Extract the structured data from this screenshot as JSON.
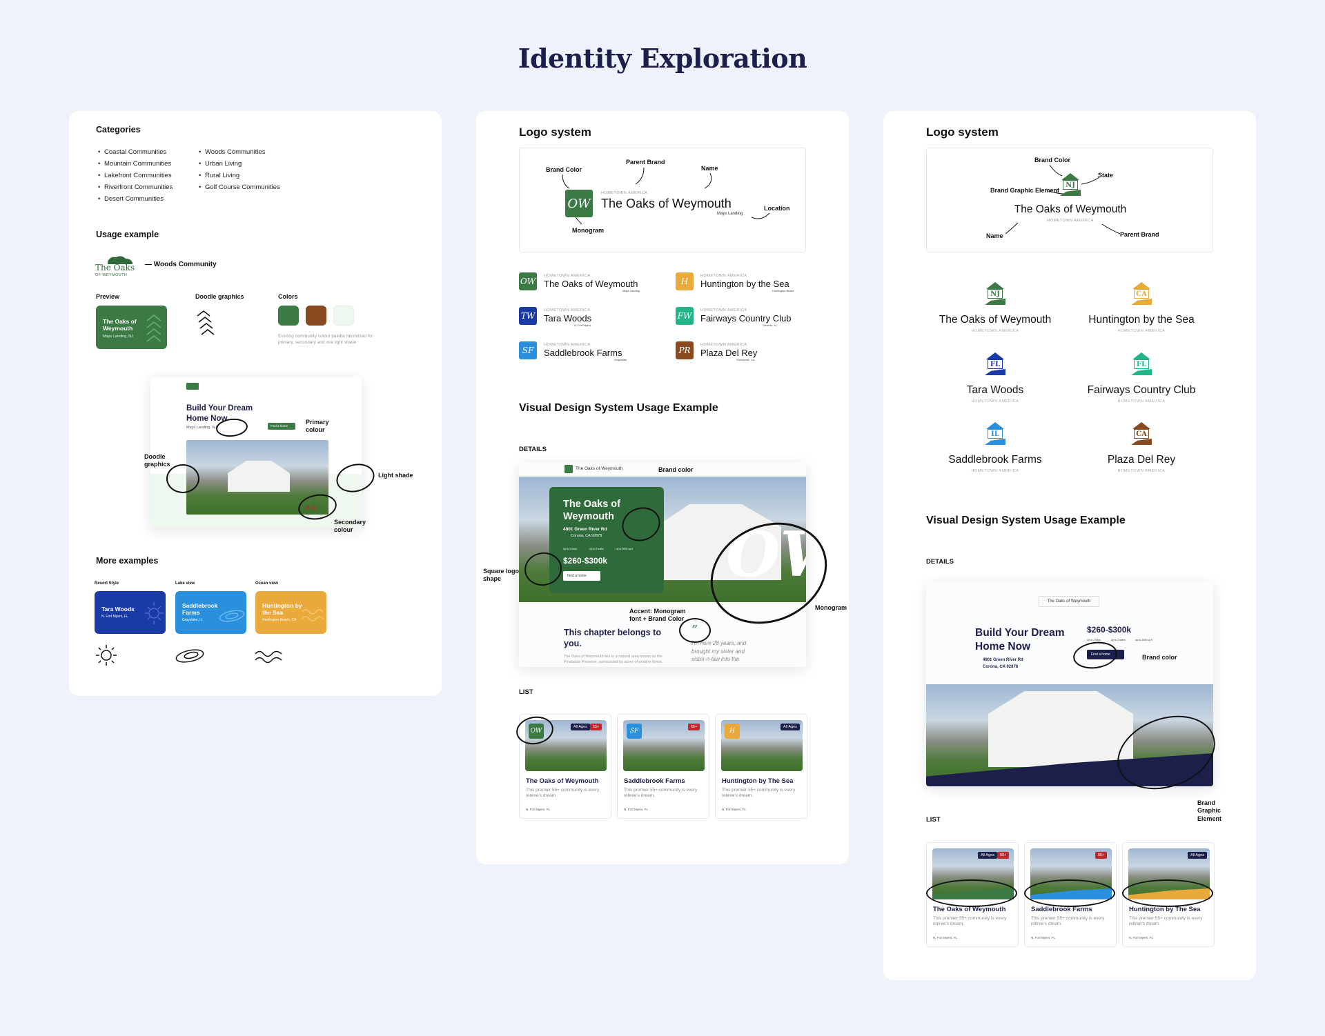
{
  "page": {
    "title": "Identity Exploration"
  },
  "panel1": {
    "categories_title": "Categories",
    "categories_left": [
      "Coastal Communities",
      "Mountain Communities",
      "Lakefront Communities",
      "Riverfront Communities",
      "Desert Communities"
    ],
    "categories_right": [
      "Woods Communities",
      "Urban Living",
      "Rural Living",
      "Golf Course Communities"
    ],
    "usage_title": "Usage example",
    "usage_logo_text": "The Oaks",
    "usage_logo_sub": "OF WEYMOUTH",
    "usage_caption": "— Woods Community",
    "preview_label": "Preview",
    "preview_card_title": "The Oaks of Weymouth",
    "preview_card_sub": "Mays Landing, NJ",
    "doodle_label": "Doodle graphics",
    "colors_label": "Colors",
    "colors": [
      "#3b7a45",
      "#8a4a1f",
      "#eef8ef"
    ],
    "colors_note": "Existing community colour palette minimized for primary, secondary and one light shade",
    "mock_title": "Build Your Dream Home Now",
    "mock_location": "Mays Landing, NJ",
    "mock_button": "Find a home",
    "ann_primary": "Primary colour",
    "ann_doodle": "Doodle graphics",
    "ann_light": "Light shade",
    "ann_secondary": "Secondary colour",
    "more_title": "More examples",
    "more": [
      {
        "style": "Resort Style",
        "name": "Tara Woods",
        "loc": "N. Fort Myers, FL",
        "color": "#1a3aa6"
      },
      {
        "style": "Lake view",
        "name": "Saddlebrook Farms",
        "loc": "Grayslake, IL",
        "color": "#2a8fdc"
      },
      {
        "style": "Ocean view",
        "name": "Huntington by the Sea",
        "loc": "Huntington Beach, CA",
        "color": "#e9a93b"
      }
    ]
  },
  "panel2": {
    "logo_title": "Logo system",
    "ann_brand_color": "Brand Color",
    "ann_parent_brand": "Parent Brand",
    "ann_name": "Name",
    "ann_location": "Location",
    "ann_monogram": "Monogram",
    "main_parent": "HOMETOWN AMERICA",
    "main_name": "The Oaks of Weymouth",
    "main_loc": "Mays Landing",
    "main_mono": "OW",
    "logos": [
      {
        "mono": "OW",
        "name": "The Oaks of Weymouth",
        "loc": "Mays Landing",
        "color": "#3b7a45"
      },
      {
        "mono": "H",
        "name": "Huntington by the Sea",
        "loc": "Huntington Beach",
        "color": "#e9a93b"
      },
      {
        "mono": "TW",
        "name": "Tara Woods",
        "loc": "N. Fort Myers",
        "color": "#1a3aa6"
      },
      {
        "mono": "FW",
        "name": "Fairways Country Club",
        "loc": "Orlando, FL",
        "color": "#22b58a"
      },
      {
        "mono": "SF",
        "name": "Saddlebrook Farms",
        "loc": "Grayslake",
        "color": "#2a8fdc"
      },
      {
        "mono": "PR",
        "name": "Plaza Del Rey",
        "loc": "Sunnyvale, CA",
        "color": "#8a4a1f"
      }
    ],
    "logo_parent": "HOMETOWN AMERICA",
    "vds_title": "Visual Design System Usage Example",
    "details_label": "DETAILS",
    "hero_logo": "The Oaks of Weymouth",
    "hero_title": "The Oaks of Weymouth",
    "hero_address": "4901 Green River Rd",
    "hero_city": "Corona, CA 92878",
    "hero_stats": [
      "Up to 2 beds",
      "Up to 2 baths",
      "Up to 2000 sq ft"
    ],
    "hero_price": "$260-$300k",
    "hero_button": "Find a home",
    "ann_brand_color2": "Brand color",
    "ann_square": "Square logo shape",
    "ann_accent": "Accent: Monogram font + Brand Color",
    "ann_monogram2": "Monogram",
    "chapter_title": "This chapter belongs to you.",
    "chapter_text": "The Oaks of Weymouth lies in a natural area known as the Pinelands Preserve, surrounded by acres of pristine forest.",
    "quote": "I'm here 28 years, and brought my sister and sister-n-law into the",
    "list_label": "LIST",
    "list": [
      {
        "name": "The Oaks of Weymouth",
        "desc": "This premier 55+ community is every retiree's dream.",
        "loc": "N. Fort Myers, FL",
        "tag1": "All Ages",
        "tag2": "55+"
      },
      {
        "name": "Saddlebrook Farms",
        "desc": "This premier 55+ community is every retiree's dream.",
        "loc": "N. Fort Myers, FL",
        "tag1": "",
        "tag2": "55+"
      },
      {
        "name": "Huntington by The Sea",
        "desc": "This premier 55+ community is every retiree's dream.",
        "loc": "N. Fort Myers, FL",
        "tag1": "All Ages",
        "tag2": ""
      }
    ]
  },
  "panel3": {
    "logo_title": "Logo system",
    "ann_brand_color": "Brand Color",
    "ann_state": "State",
    "ann_graphic": "Brand Graphic Element",
    "ann_name": "Name",
    "ann_parent": "Parent Brand",
    "main_name": "The Oaks of Weymouth",
    "main_parent": "HOMETOWN AMERICA",
    "main_state": "NJ",
    "communities": [
      {
        "state": "NJ",
        "name": "The Oaks of Weymouth",
        "color": "#3b7a45"
      },
      {
        "state": "CA",
        "name": "Huntington by the Sea",
        "color": "#e9a93b"
      },
      {
        "state": "FL",
        "name": "Tara Woods",
        "color": "#1a3aa6"
      },
      {
        "state": "FL",
        "name": "Fairways Country Club",
        "color": "#22b58a"
      },
      {
        "state": "IL",
        "name": "Saddlebrook Farms",
        "color": "#2a8fdc"
      },
      {
        "state": "CA",
        "name": "Plaza Del Rey",
        "color": "#8a4a1f"
      }
    ],
    "community_parent": "HOMETOWN AMERICA",
    "vds_title": "Visual Design System Usage Example",
    "details_label": "DETAILS",
    "hero_logo": "The Oaks of Weymouth",
    "hero_title": "Build Your Dream Home Now",
    "hero_address": "4901 Green River Rd",
    "hero_city": "Corona, CA 92878",
    "hero_price": "$260-$300k",
    "hero_stats": [
      "Up to 2 beds",
      "Up to 2 baths",
      "Up to 2000 sq ft"
    ],
    "hero_button": "Find a home",
    "ann_brand_color2": "Brand color",
    "ann_graphic2": "Brand Graphic Element",
    "list_label": "LIST",
    "list": [
      {
        "name": "The Oaks of Weymouth",
        "desc": "This premier 55+ community is every retiree's dream.",
        "loc": "N. Fort Myers, FL",
        "tag1": "All Ages",
        "tag2": "55+"
      },
      {
        "name": "Saddlebrook Farms",
        "desc": "This premier 55+ community is every retiree's dream.",
        "loc": "N. Fort Myers, FL",
        "tag1": "",
        "tag2": "55+"
      },
      {
        "name": "Huntington by The Sea",
        "desc": "This premier 55+ community is every retiree's dream.",
        "loc": "N. Fort Myers, FL",
        "tag1": "All Ages",
        "tag2": ""
      }
    ]
  }
}
